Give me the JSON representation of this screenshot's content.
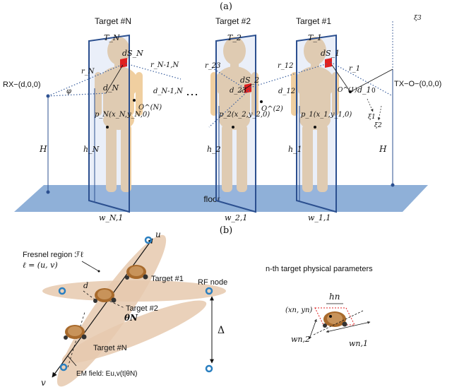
{
  "panel_a": {
    "label": "(a)",
    "targets": [
      {
        "title": "Target #N",
        "plane": "T_N",
        "area": "dS_N",
        "ray_in": "r_N",
        "ray_out": "r_N-1,N",
        "dist": "d_N",
        "origin": "O^(N)",
        "point": "p_N(x_N,y_N,0)",
        "height": "h_N",
        "width": "w_N,1",
        "dist2": "d_N-1,N"
      },
      {
        "title": "Target #2",
        "plane": "T_2",
        "area": "dS_2",
        "ray_in": "r_23",
        "ray_out": "r_12",
        "dist": "d_23",
        "origin": "O^(2)",
        "point": "p_2(x_2,y_2,0)",
        "height": "h_2",
        "width": "w_2,1",
        "dist2": "d_12"
      },
      {
        "title": "Target #1",
        "plane": "T_1",
        "area": "dS_1",
        "ray_in": "r_1",
        "ray_out": "",
        "dist": "d_1",
        "origin": "O^(1)",
        "point": "p_1(x_1,y_1,0)",
        "height": "h_1",
        "width": "w_1,1",
        "dist2": ""
      }
    ],
    "rx_label": "RX−(d,0,0)",
    "tx_label": "TX−O−(0,0,0)",
    "height_label": "H",
    "floor_label": "floor",
    "ellipsis": "⋯",
    "phi": "φ",
    "xi3": "ξ3",
    "xi1": "ξ1",
    "xi2": "ξ2",
    "zero": "0"
  },
  "panel_b": {
    "label": "(b)",
    "fresnel_line1": "Fresnel region ℱℓ",
    "fresnel_line2": "ℓ = (u, v)",
    "target1": "Target #1",
    "target2": "Target #2",
    "targetN": "Target #N",
    "rf_node": "RF node",
    "delta": "Δ",
    "d": "d",
    "theta": "θN",
    "u": "u",
    "v": "v",
    "em_field": "EM field: Eu,v(t|θN)",
    "params_title": "n-th target physical parameters",
    "h_n": "hn",
    "xy_n": "(xn, yn)",
    "w_n2": "wn,2",
    "w_n1": "wn,1"
  },
  "colors": {
    "floor": "#8fb0d8",
    "plane": "#2b4f8f",
    "body": "#f0cfa0",
    "patch": "#e02020",
    "ellipse": "#e6c9ae",
    "node": "#2a7fc0",
    "turtle": "#a86a2c"
  }
}
